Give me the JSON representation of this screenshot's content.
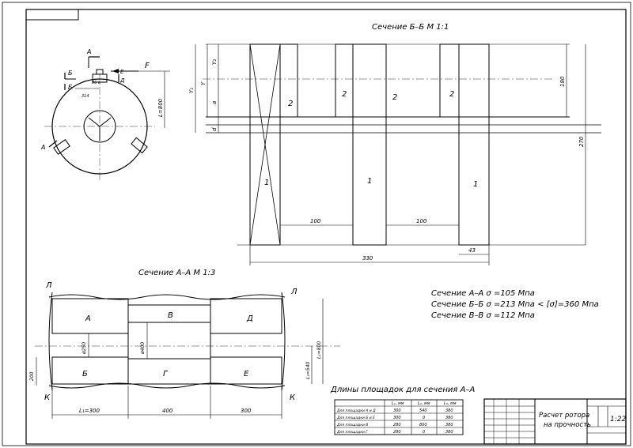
{
  "section_bb": {
    "title": "Сечение Б–Б М 1:1",
    "part_labels": [
      "2",
      "2",
      "2",
      "2",
      "1",
      "1",
      "1"
    ],
    "dims": {
      "d180": "180",
      "d270": "270",
      "d100a": "100",
      "d100b": "100",
      "d330": "330",
      "d43": "43"
    },
    "left_dims": {
      "y1": "Y₁",
      "y": "Y",
      "y2": "Y₂",
      "a": "a",
      "e": "d"
    }
  },
  "rotor_view": {
    "marks": {
      "a_top": "A",
      "b1": "Б",
      "b2": "Б",
      "a_left": "A",
      "f": "F",
      "e": "E",
      "d": "Д"
    },
    "dims": {
      "l800": "L=800",
      "d314": "314",
      "d86": "86 в"
    }
  },
  "section_aa": {
    "title": "Сечение А–А М 1:3",
    "zones": [
      "А",
      "В",
      "Д",
      "Б",
      "Г",
      "Е"
    ],
    "corner_labels": {
      "l_left": "Л",
      "l_right": "Л",
      "k_left": "К",
      "k_right": "К"
    },
    "dims": {
      "d250": "ø250",
      "d400": "ø400",
      "l800": "L₁=800",
      "l540": "L₂=540",
      "h200": "200",
      "w300a": "L₁=300",
      "w400": "400",
      "w300b": "300"
    }
  },
  "results": [
    "Сечение А–А σ =105 Mпа",
    "Сечение Б–Б σ =213 Mпа < [σ]=360 Mпа",
    "Сечение В–В σ =112 Mпа"
  ],
  "lengths_table": {
    "title": "Длины площадок для сечения А–А",
    "headers": [
      "",
      "L₁, мм",
      "L₂, мм",
      "L₃, мм"
    ],
    "rows": [
      [
        "Для площадки А и Д",
        "300",
        "540",
        "380"
      ],
      [
        "Для площадки Б и Е",
        "300",
        "0",
        "380"
      ],
      [
        "Для площадки В",
        "280",
        "800",
        "380"
      ],
      [
        "Для площадки Г",
        "280",
        "0",
        "380"
      ]
    ]
  },
  "title_block": {
    "title_line1": "Расчет ротора",
    "title_line2": "на прочность",
    "scale": "1:22"
  }
}
